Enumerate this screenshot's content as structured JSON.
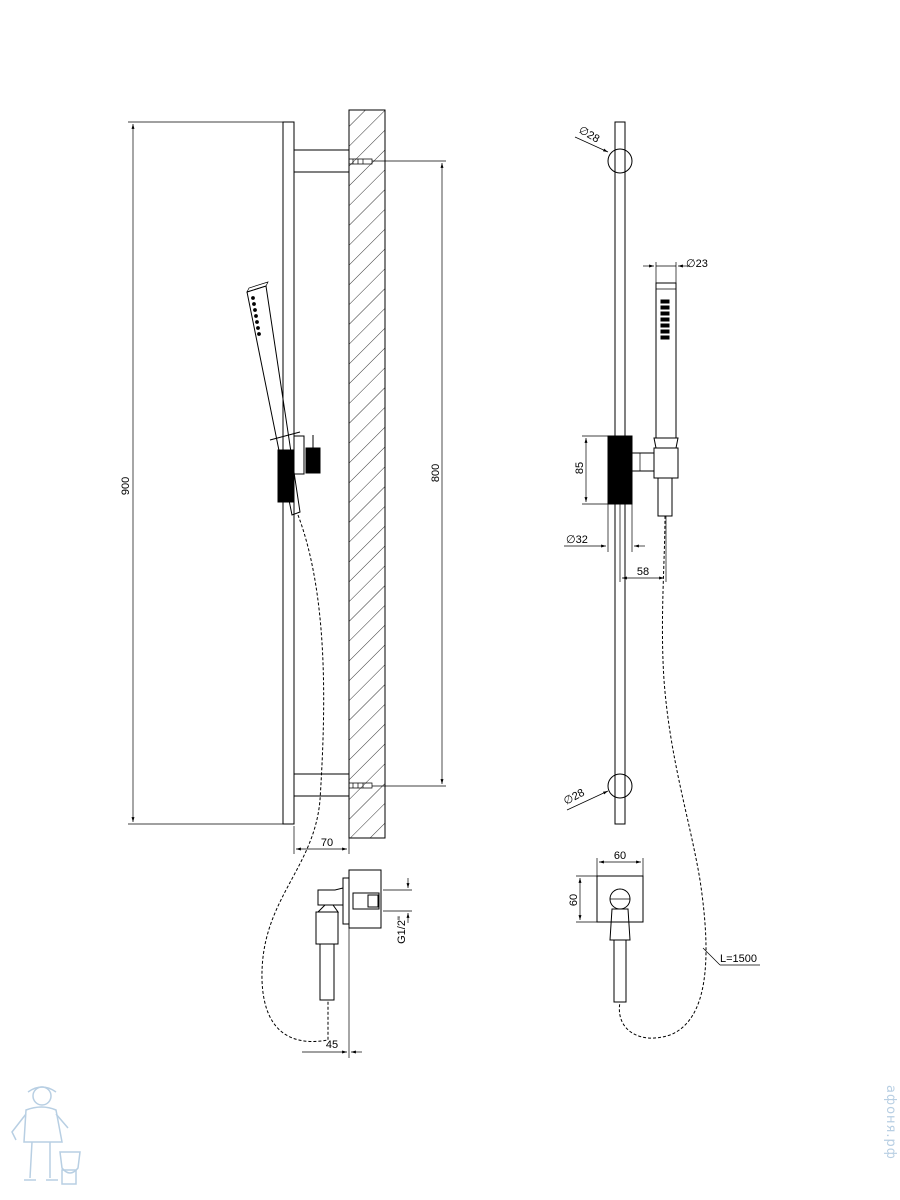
{
  "dimensions": {
    "total_height": "900",
    "mount_spacing": "800",
    "wall_offset": "70",
    "thread": "G1/2\"",
    "outlet_depth": "45",
    "rail_diameter_top": "28",
    "rail_diameter_bottom": "28",
    "handshower_diameter": "23",
    "holder_height": "85",
    "holder_diameter": "32",
    "holder_offset": "58",
    "outlet_width": "60",
    "outlet_height": "60",
    "hose_length": "L=1500"
  },
  "symbols": {
    "diameter": "∅"
  },
  "watermark": {
    "text": "афоня.рф"
  },
  "colors": {
    "line": "#000000",
    "watermark": "#b8cfe3"
  }
}
